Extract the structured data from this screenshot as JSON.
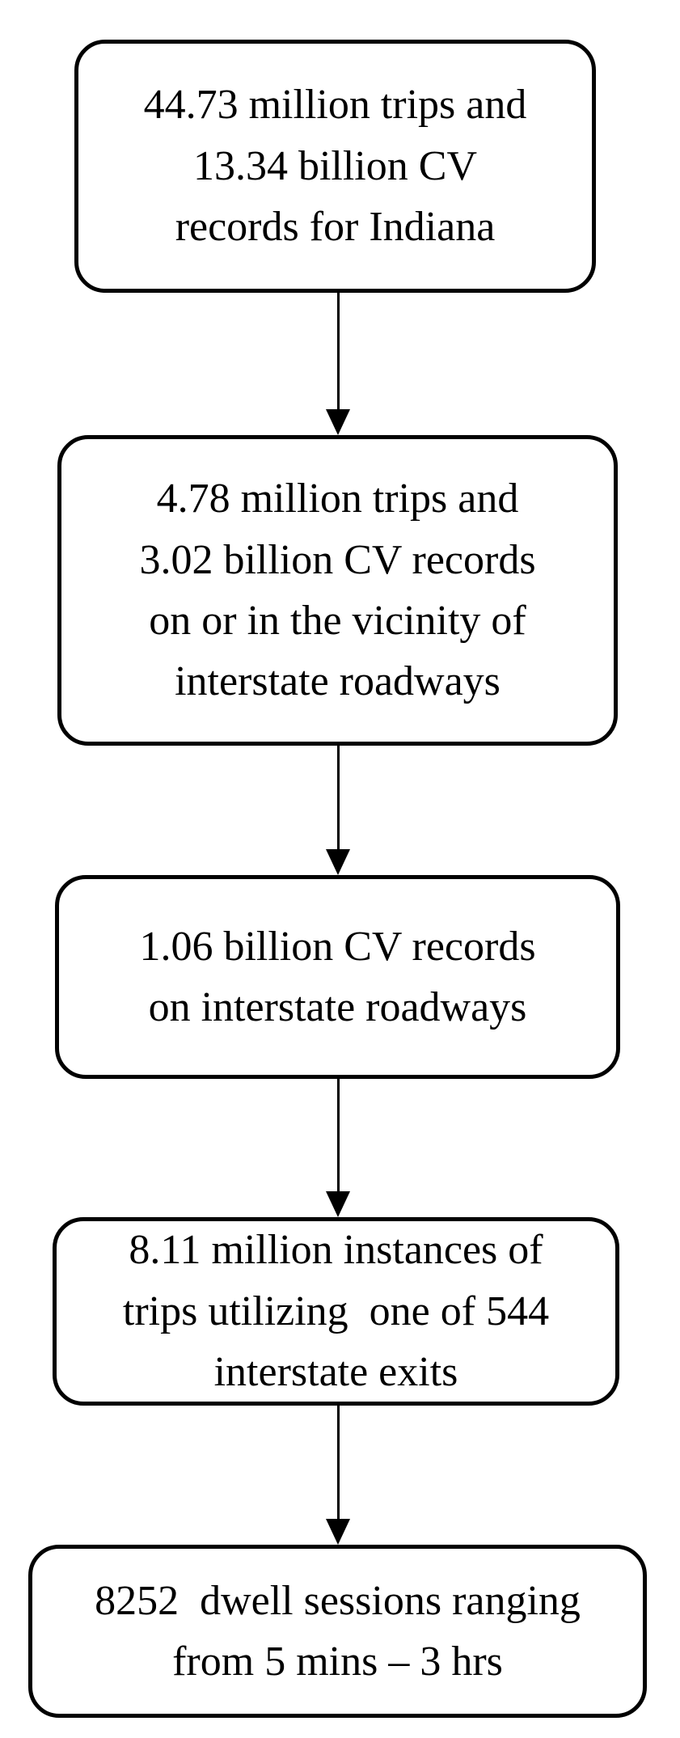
{
  "figure": {
    "type": "flowchart",
    "background_color": "#ffffff",
    "node_fill_color": "#ffffff",
    "node_border_color": "#000000",
    "text_color": "#000000",
    "arrow_color": "#000000"
  },
  "nodes": [
    {
      "id": "indiana-totals",
      "text": "44.73 million trips and\n13.34 billion CV\nrecords for Indiana"
    },
    {
      "id": "interstate-vicinity",
      "text": "4.78 million trips and\n3.02 billion CV records\non or in the vicinity of\ninterstate roadways"
    },
    {
      "id": "interstate-records",
      "text": "1.06 billion CV records\non interstate roadways"
    },
    {
      "id": "exit-instances",
      "text": "8.11 million instances of\ntrips utilizing  one of 544\ninterstate exits"
    },
    {
      "id": "dwell-sessions",
      "text": "8252  dwell sessions ranging\nfrom 5 mins – 3 hrs"
    }
  ],
  "edges": [
    {
      "from": "indiana-totals",
      "to": "interstate-vicinity"
    },
    {
      "from": "interstate-vicinity",
      "to": "interstate-records"
    },
    {
      "from": "interstate-records",
      "to": "exit-instances"
    },
    {
      "from": "exit-instances",
      "to": "dwell-sessions"
    }
  ]
}
